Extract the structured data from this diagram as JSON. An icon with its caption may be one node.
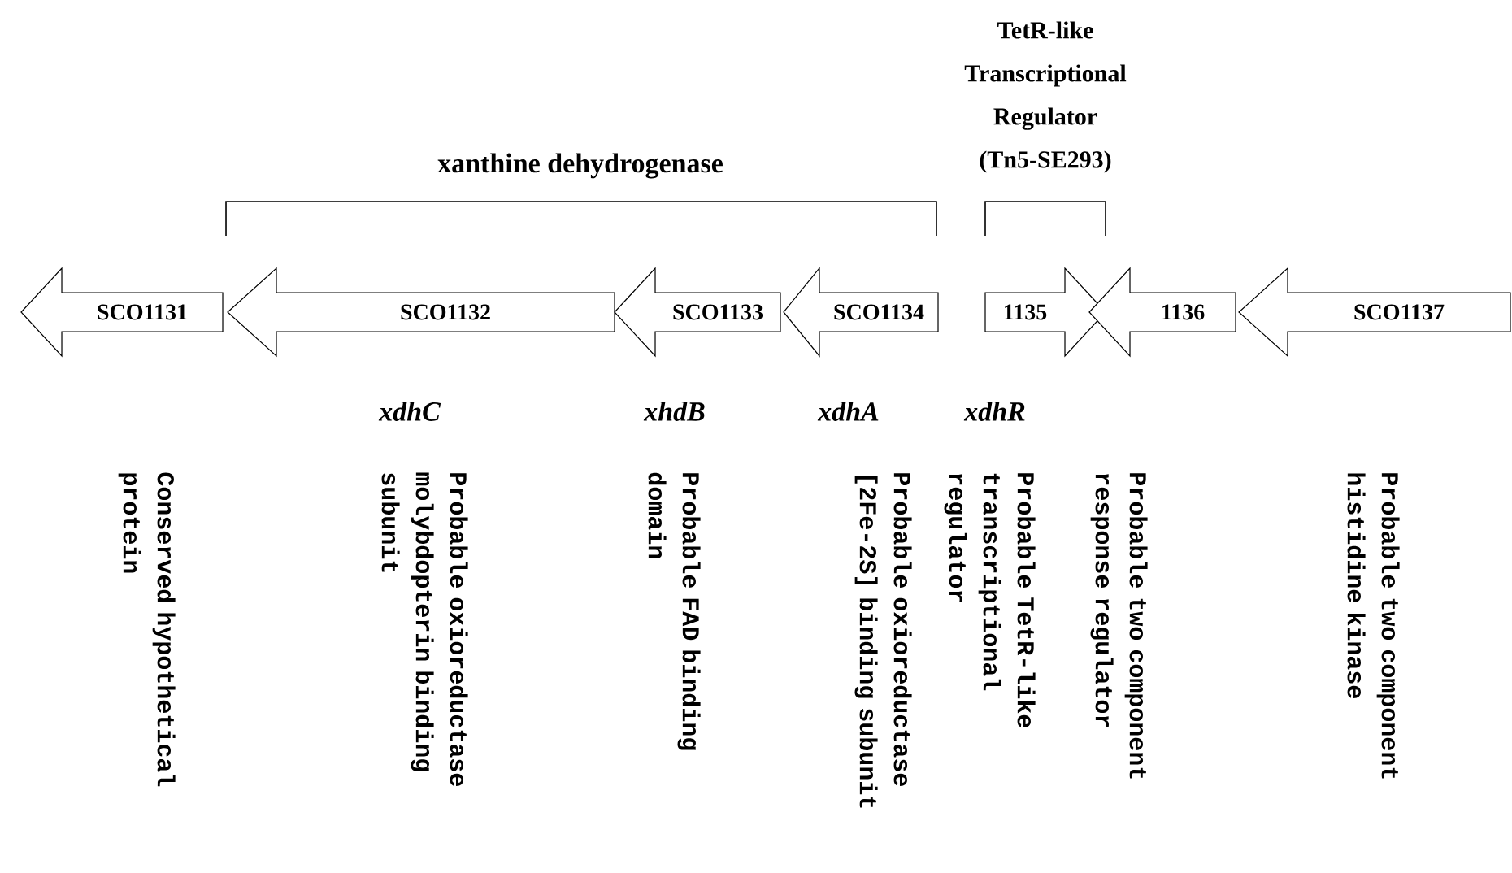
{
  "diagram": {
    "nodes": [
      {
        "text": [
          "SCO1131"
        ]
      },
      {
        "text": [
          "SCO1132"
        ],
        "beside": [
          "xdhC"
        ]
      },
      {
        "text": [
          "SCO1133"
        ],
        "beside": [
          "xhdB"
        ]
      },
      {
        "text": [
          "SCO1134"
        ],
        "beside": [
          "xdhA"
        ]
      },
      {
        "text": [
          "1135"
        ],
        "beside": [
          "xdhR"
        ]
      },
      {
        "text": [
          "1136"
        ]
      },
      {
        "text": [
          "SCO1137"
        ]
      }
    ],
    "labels": [
      "TetR-like Transcriptional Regulator (Tn5-SE293)",
      "xanthine dehydrogenase",
      "Conserved hypothetical protein",
      "Probable oxioreductase molybdopterin binding subunit",
      "Probable FAD binding domain",
      "Probable oxioreductase [2Fe-2S] binding subunit",
      "Probable TetR-like transcriptional regulator",
      "Probable two component response regulator",
      "Probable two component histidine kinase"
    ]
  }
}
